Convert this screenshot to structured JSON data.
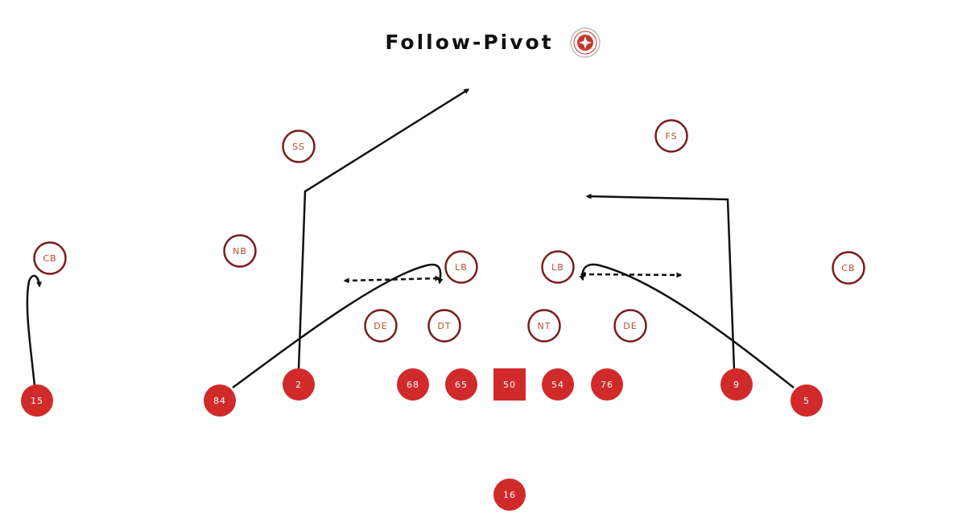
{
  "title": "Follow-Pivot",
  "colors": {
    "offense_fill": "#d12a2a",
    "defense_stroke": "#7a1c1c",
    "defense_text": "#b5502f",
    "route": "#111111",
    "logo_ring": "#c0392b"
  },
  "logo": {
    "name": "team-logo-icon"
  },
  "defense": [
    {
      "id": "ss",
      "label": "SS"
    },
    {
      "id": "fs",
      "label": "FS"
    },
    {
      "id": "nb",
      "label": "NB"
    },
    {
      "id": "cb-left",
      "label": "CB"
    },
    {
      "id": "cb-right",
      "label": "CB"
    },
    {
      "id": "lb-left",
      "label": "LB"
    },
    {
      "id": "lb-right",
      "label": "LB"
    },
    {
      "id": "de-left",
      "label": "DE"
    },
    {
      "id": "dt",
      "label": "DT"
    },
    {
      "id": "nt",
      "label": "NT"
    },
    {
      "id": "de-right",
      "label": "DE"
    }
  ],
  "offense": [
    {
      "id": "wr-15",
      "label": "15"
    },
    {
      "id": "te-84",
      "label": "84"
    },
    {
      "id": "wr-2",
      "label": "2"
    },
    {
      "id": "lg-68",
      "label": "68"
    },
    {
      "id": "lt-65",
      "label": "65"
    },
    {
      "id": "c-50",
      "label": "50"
    },
    {
      "id": "rg-54",
      "label": "54"
    },
    {
      "id": "rt-76",
      "label": "76"
    },
    {
      "id": "wr-9",
      "label": "9"
    },
    {
      "id": "wr-5",
      "label": "5"
    },
    {
      "id": "qb-16",
      "label": "16"
    }
  ]
}
